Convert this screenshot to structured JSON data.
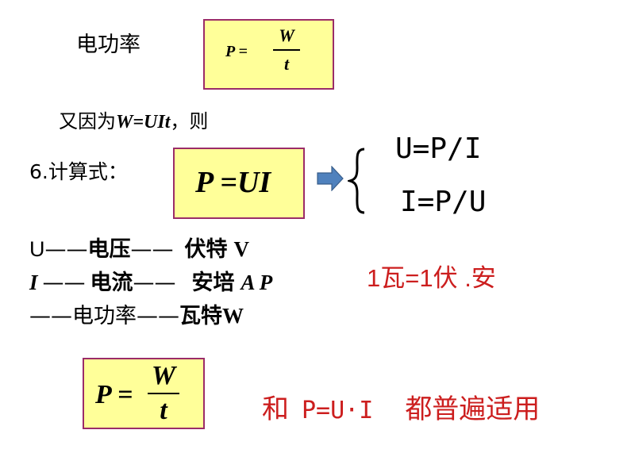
{
  "title_label": "电功率",
  "formula_top": {
    "lhs": "P =",
    "numerator": "W",
    "denominator": "t"
  },
  "derivation": {
    "prefix": "又因为",
    "expr": "W=UIt",
    "suffix": "，则"
  },
  "section": {
    "label": "6.计算式：",
    "formula": "P =UI"
  },
  "derived": {
    "line1": "U=P/I",
    "line2": "I=P/U"
  },
  "units": [
    {
      "symbol": "U",
      "dash1": "——",
      "name": "电压",
      "dash2": "——",
      "unit_name": "伏特",
      "unit_symbol": "V"
    },
    {
      "symbol": "I",
      "dash1": "——",
      "name": "电流",
      "dash2": "——",
      "unit_name": "安培",
      "unit_symbol": "A P"
    },
    {
      "symbol": "",
      "dash1": "——",
      "name": "电功率",
      "dash2": "——",
      "unit_name": "瓦特",
      "unit_symbol": "W"
    }
  ],
  "conversion": "1瓦=1伏 .安",
  "formula_bottom": {
    "lhs": "P =",
    "numerator": "W",
    "denominator": "t"
  },
  "applicability": {
    "prefix": "和",
    "formula": "P=U·I",
    "suffix": "都普遍适用"
  },
  "colors": {
    "box_fill": "#ffff99",
    "box_border": "#9b2c68",
    "emphasis": "#cc1e1e",
    "arrow": "#4f81bd"
  }
}
